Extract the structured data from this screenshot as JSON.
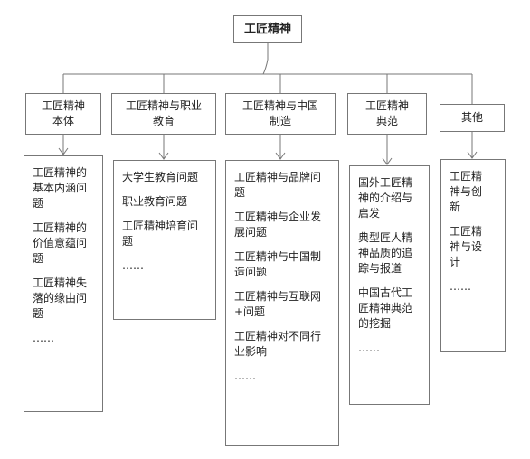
{
  "root": {
    "label": "工匠精神"
  },
  "colors": {
    "line": "#777777",
    "border": "#777777",
    "text": "#222222"
  },
  "categories": [
    {
      "label": "工匠精神\n本体",
      "items": [
        "工匠精神的\n基本内涵问\n题",
        "工匠精神的\n价值意蕴问\n题",
        "工匠精神失\n落的缘由问\n题",
        "……"
      ]
    },
    {
      "label": "工匠精神与职业\n教育",
      "items": [
        "大学生教育问题",
        "职业教育问题",
        "工匠精神培育问\n题",
        "……"
      ]
    },
    {
      "label": "工匠精神与中国\n制造",
      "items": [
        "工匠精神与品牌问\n题",
        "工匠精神与企业发\n展问题",
        "工匠精神与中国制\n造问题",
        "工匠精神与互联网\n+问题",
        "工匠精神对不同行\n业影响",
        "……"
      ]
    },
    {
      "label": "工匠精神\n典范",
      "items": [
        "国外工匠精\n神的介绍与\n启发",
        "典型匠人精\n神品质的追\n踪与报道",
        "中国古代工\n匠精神典范\n的挖掘",
        "……"
      ]
    },
    {
      "label": "其他",
      "items": [
        "工匠精\n神与创\n新",
        "工匠精\n神与设\n计",
        "……"
      ]
    }
  ]
}
